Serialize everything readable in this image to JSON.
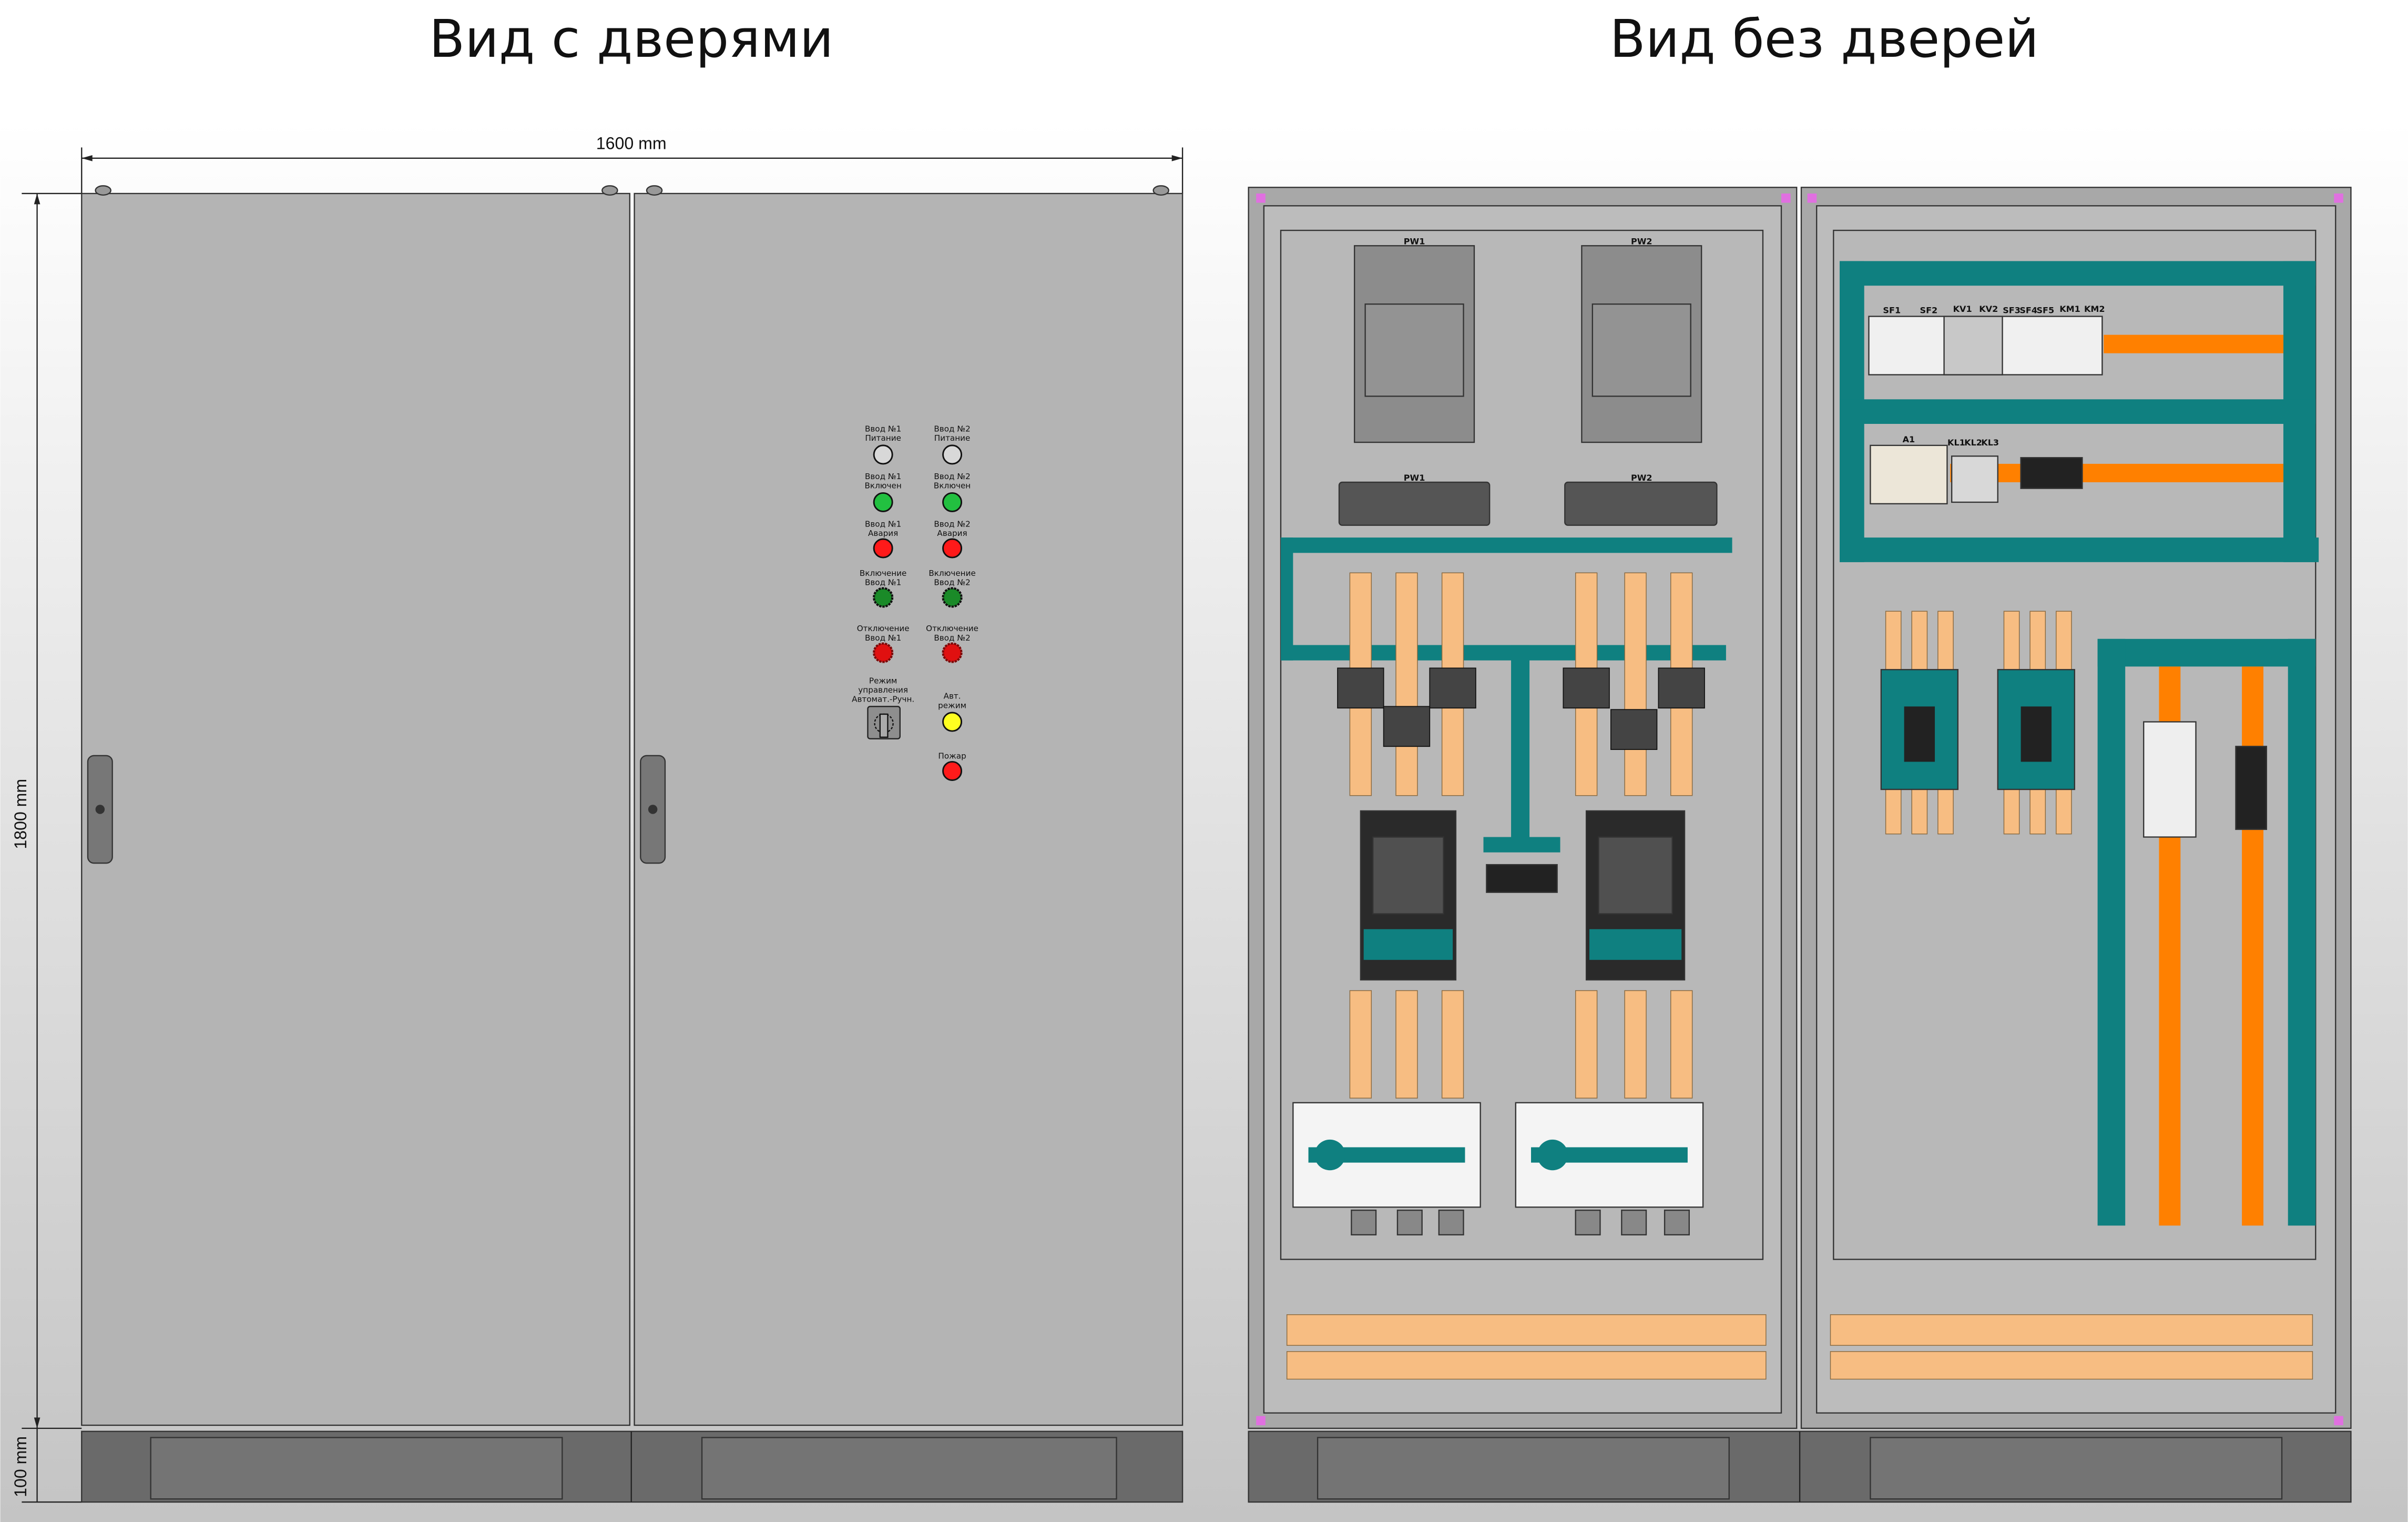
{
  "titles": {
    "with_doors": "Вид с дверями",
    "without_doors": "Вид без дверей"
  },
  "dimensions": {
    "width": "1600 mm",
    "height": "1800 mm",
    "plinth": "100 mm"
  },
  "indicators": {
    "in1_power": [
      "Ввод №1",
      "Питание"
    ],
    "in2_power": [
      "Ввод №2",
      "Питание"
    ],
    "in1_on": [
      "Ввод №1",
      "Включен"
    ],
    "in2_on": [
      "Ввод №2",
      "Включен"
    ],
    "in1_fault": [
      "Ввод №1",
      "Авария"
    ],
    "in2_fault": [
      "Ввод №2",
      "Авария"
    ],
    "in1_switch_on": [
      "Включение",
      "Ввод №1"
    ],
    "in2_switch_on": [
      "Включение",
      "Ввод №2"
    ],
    "in1_switch_off": [
      "Отключение",
      "Ввод №1"
    ],
    "in2_switch_off": [
      "Отключение",
      "Ввод №2"
    ],
    "mode_switch": [
      "Режим",
      "управления",
      "Автомат.-Ручн."
    ],
    "auto_mode": [
      "Авт.",
      "режим"
    ],
    "fire": [
      "Пожар"
    ]
  },
  "colors": {
    "white_lamp": "#e0e0e0",
    "green": "#22c040",
    "dark_green": "#1a8a28",
    "red": "#ff1a1a",
    "dark_red": "#d01010",
    "yellow": "#ffff20",
    "teal": "#0f8080",
    "orange": "#ff8000",
    "copper": "#f7bd82"
  },
  "devices": {
    "meters": [
      "PW1",
      "PW2"
    ],
    "displays": [
      "PW1",
      "PW2"
    ],
    "rail1": [
      "SF1",
      "SF2",
      "KV1",
      "KV2",
      "SF3",
      "SF4",
      "SF5",
      "KM1",
      "KM2"
    ],
    "rail2": [
      "A1",
      "KL1",
      "KL2",
      "KL3"
    ]
  }
}
